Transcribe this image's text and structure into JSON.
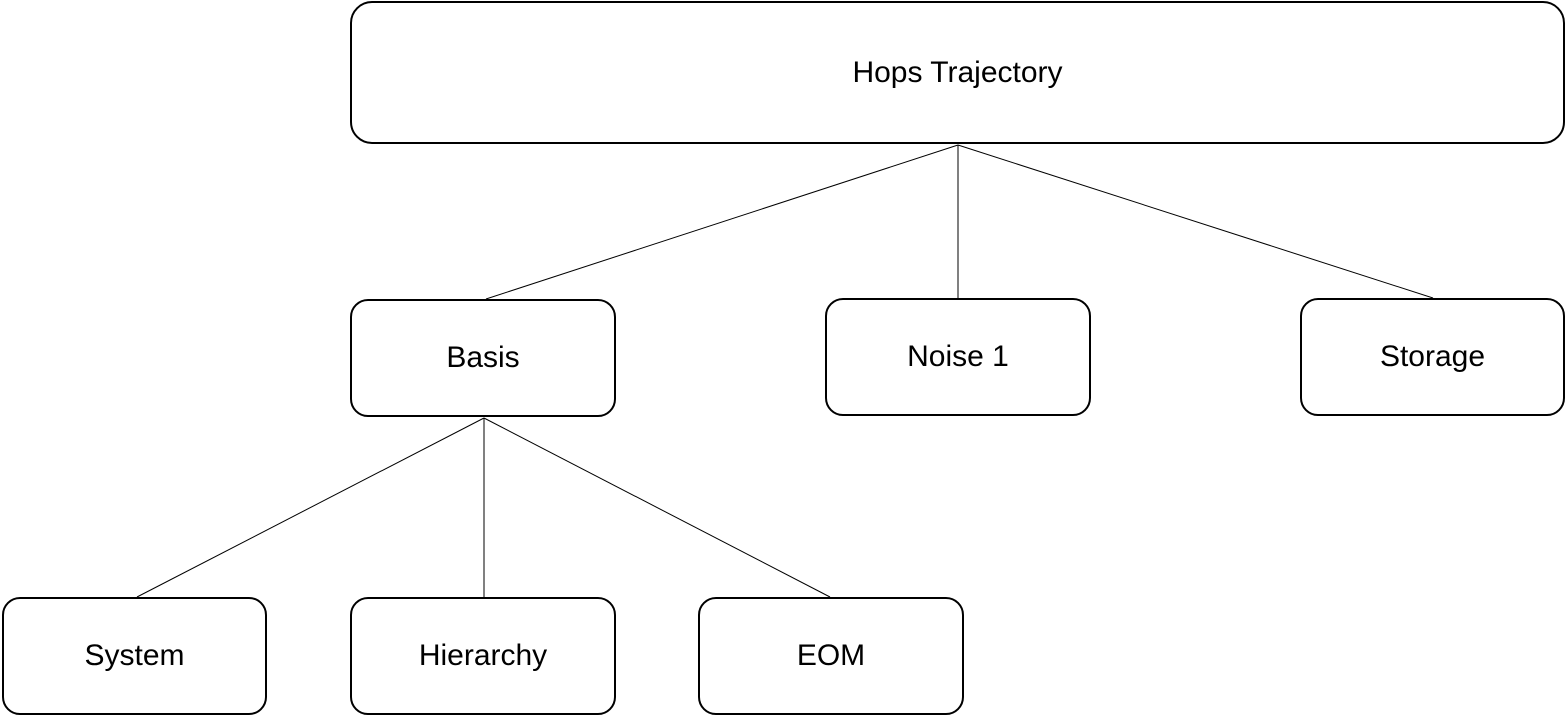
{
  "diagram": {
    "type": "tree",
    "root": {
      "label": "Hops Trajectory",
      "children": [
        {
          "label": "Basis",
          "children": [
            {
              "label": "System"
            },
            {
              "label": "Hierarchy"
            },
            {
              "label": "EOM"
            }
          ]
        },
        {
          "label": "Noise 1"
        },
        {
          "label": "Storage"
        }
      ]
    },
    "colors": {
      "border": "#000000",
      "text": "#000000",
      "background": "#ffffff"
    }
  }
}
